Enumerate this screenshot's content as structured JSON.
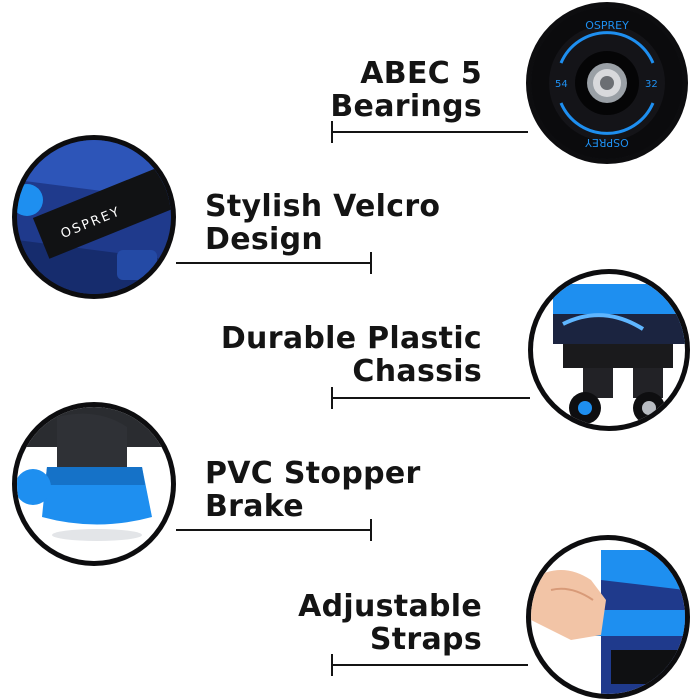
{
  "features": [
    {
      "id": "bearings",
      "line1": "ABEC 5",
      "line2": "Bearings",
      "icon": "skate-wheel-icon"
    },
    {
      "id": "velcro",
      "line1": "Stylish Velcro",
      "line2": "Design",
      "icon": "velcro-strap-icon"
    },
    {
      "id": "chassis",
      "line1": "Durable Plastic",
      "line2": "Chassis",
      "icon": "skate-chassis-icon"
    },
    {
      "id": "brake",
      "line1": "PVC Stopper",
      "line2": "Brake",
      "icon": "brake-stopper-icon"
    },
    {
      "id": "straps",
      "line1": "Adjustable",
      "line2": "Straps",
      "icon": "hand-strap-icon"
    }
  ],
  "wheel": {
    "brand": "OSPREY",
    "size": "54",
    "hardness": "32"
  },
  "strap": {
    "brand": "OSPREY"
  },
  "colors": {
    "accent": "#1e8ff0",
    "dark": "#0d0d0f",
    "text": "#141414"
  }
}
